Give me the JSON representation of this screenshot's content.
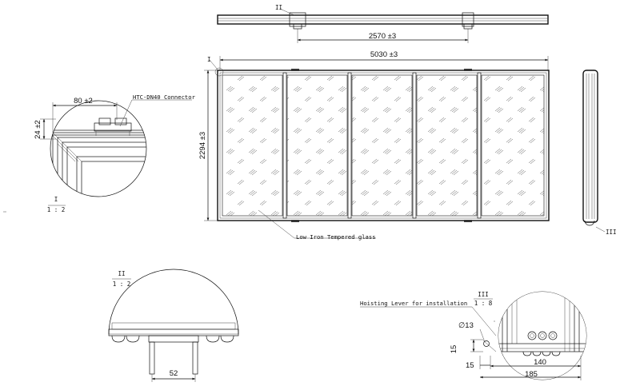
{
  "dimensions": {
    "top_half_length": "2570 ±3",
    "total_length": "5030 ±3",
    "height": "2294 ±3",
    "detail_i_width": "80 ±2",
    "detail_i_height": "24 ±2",
    "detail_ii_width": "52",
    "hole_diameter": "13",
    "detail_iii_15a": "15",
    "detail_iii_15b": "15",
    "detail_iii_140": "140",
    "detail_iii_185": "185"
  },
  "details": {
    "i_marker": "I",
    "ii_marker": "II",
    "iii_marker": "III",
    "i_title": "I",
    "i_scale": "1 : 2",
    "ii_title": "II",
    "ii_scale": "1 : 2",
    "iii_title": "III",
    "iii_scale": "1 : 8"
  },
  "labels": {
    "connector": "HTC-DN40 Connector",
    "glass": "Low Iron Tempered glass",
    "hoisting_lever": "Hoisting Lever for installation"
  },
  "panels": {
    "count": 5,
    "material": "Low Iron Tempered glass"
  }
}
